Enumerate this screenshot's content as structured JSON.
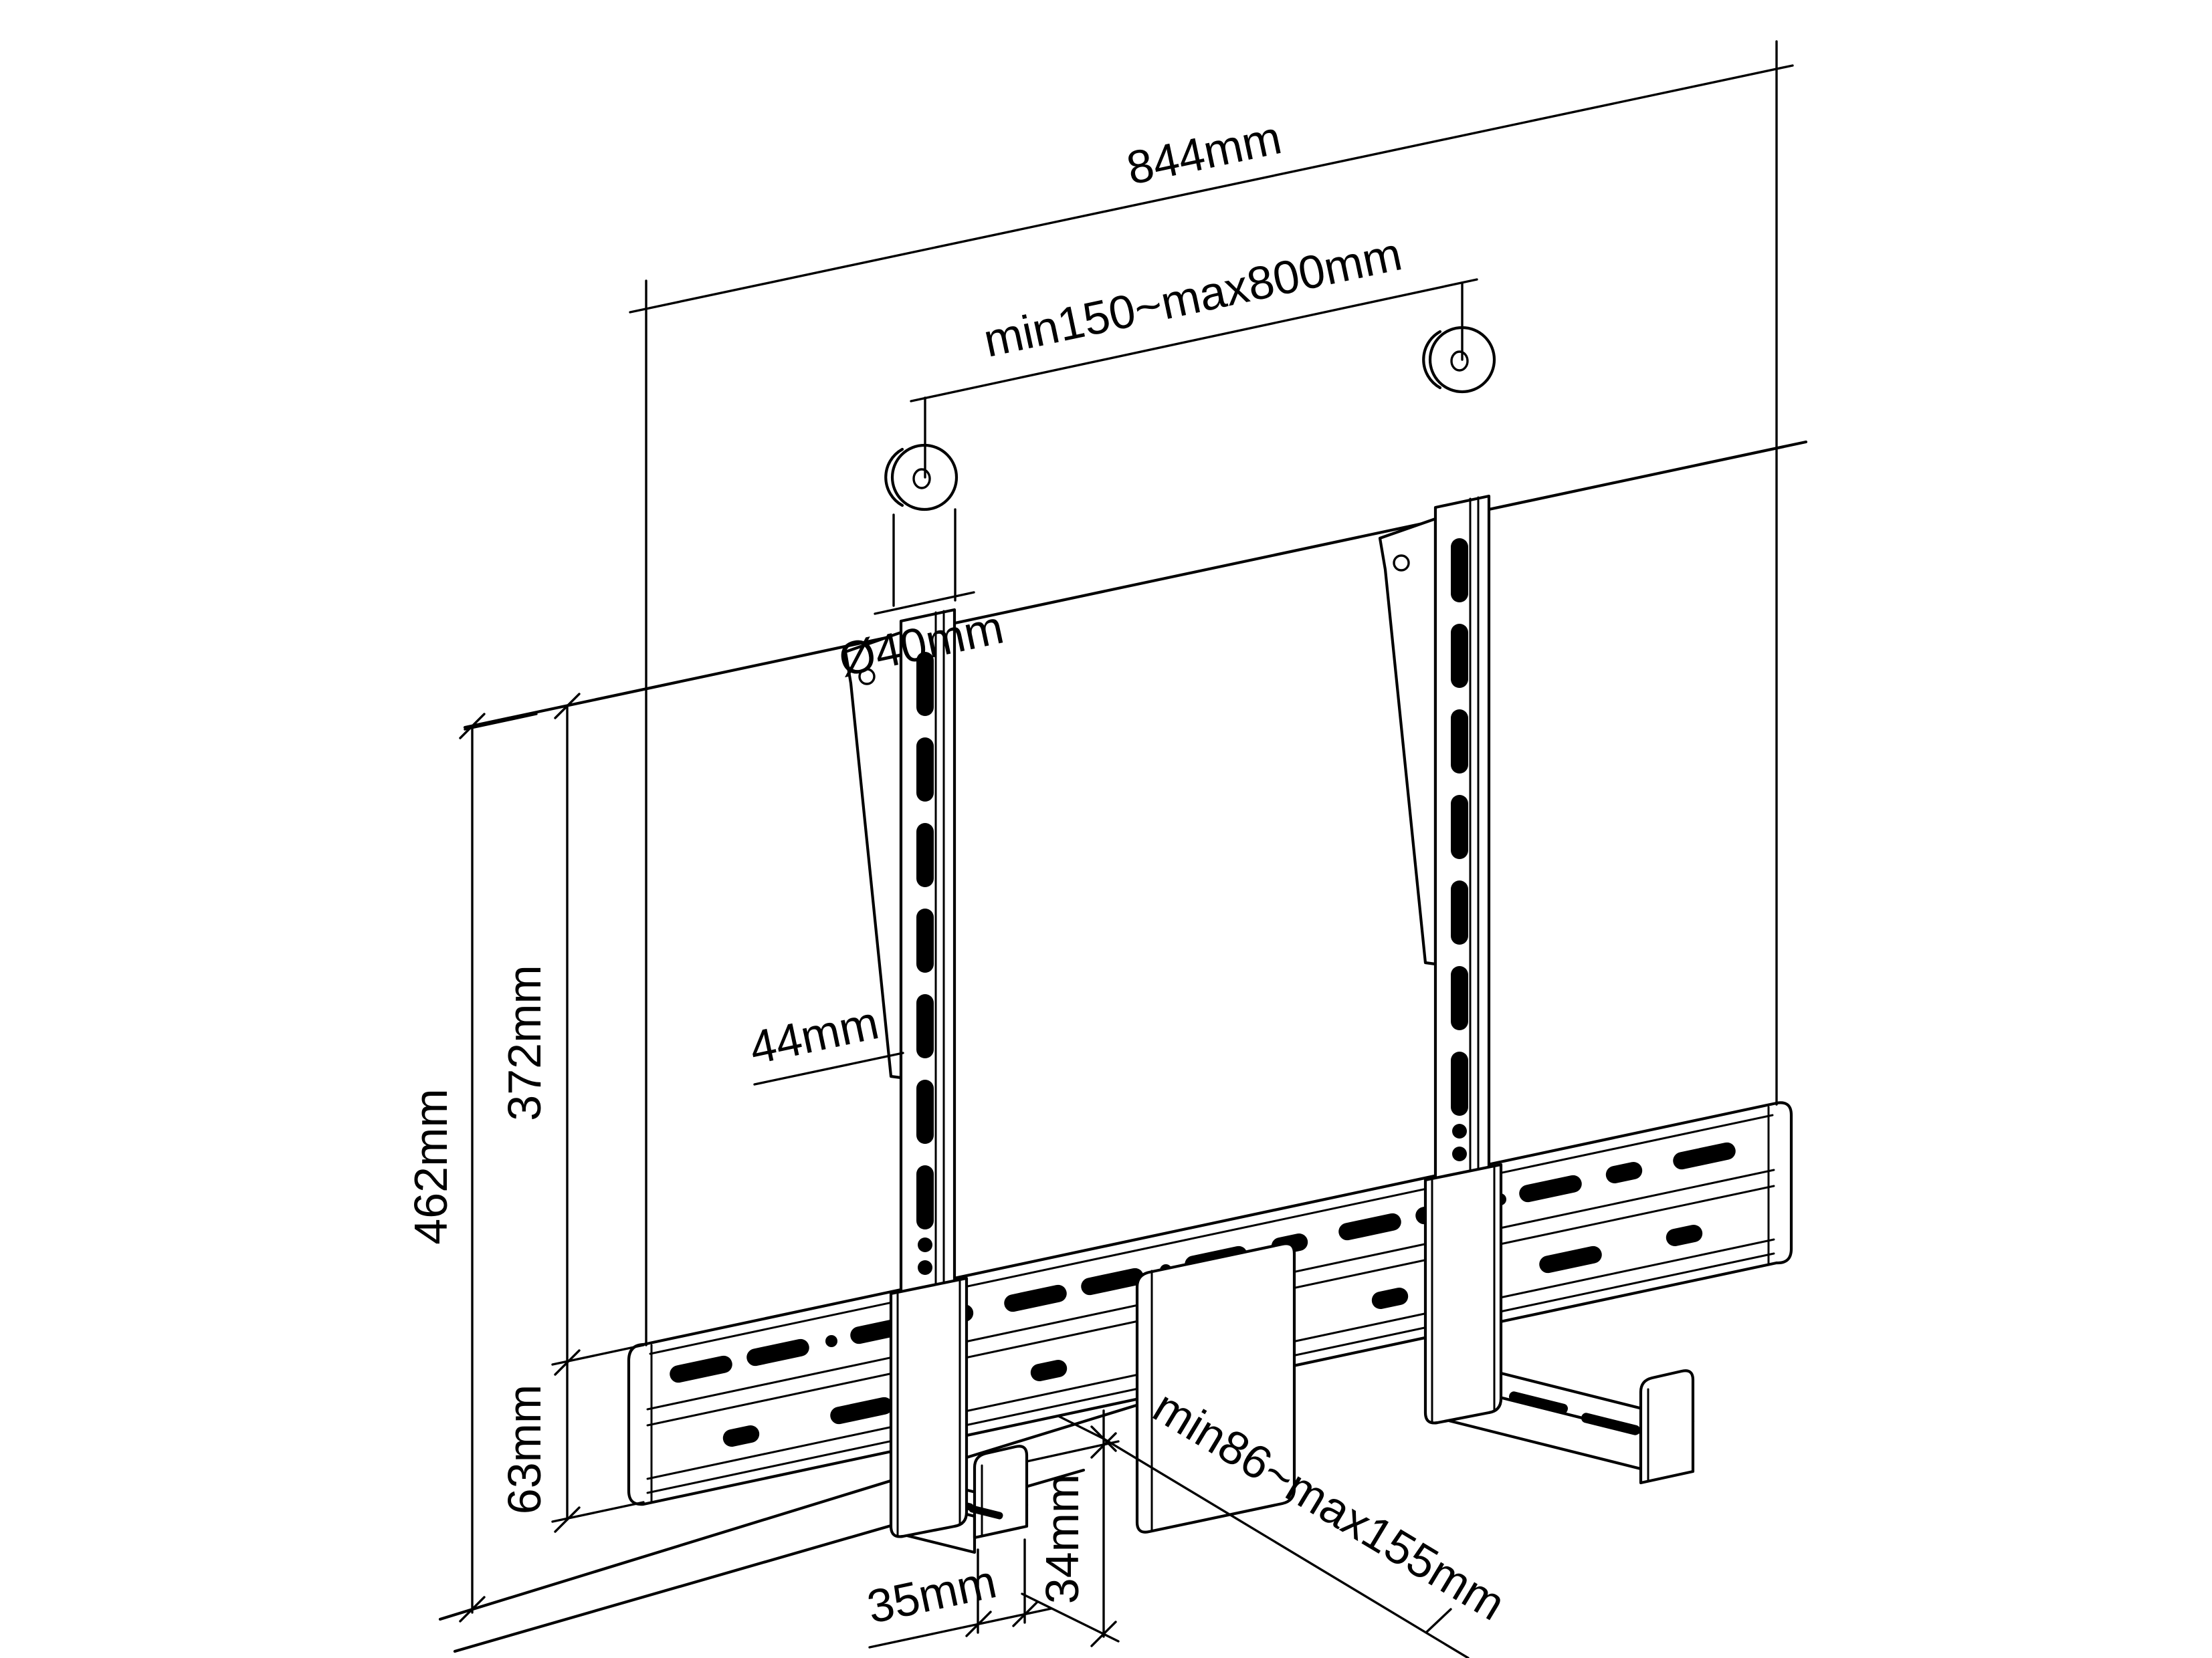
{
  "drawing": {
    "background": "#ffffff",
    "line_color": "#000000",
    "labels": {
      "overall_width": "844mm",
      "vesa_spacing": "min150~max800mm",
      "washer_diameter": "Ø40mm",
      "total_height": "462mm",
      "strut_length": "372mm",
      "rail_height": "63mm",
      "strut_width": "44mm",
      "lip_depth": "35mm",
      "lip_height": "34mm",
      "soundbar_depth_range": "min86~max155mm"
    }
  }
}
